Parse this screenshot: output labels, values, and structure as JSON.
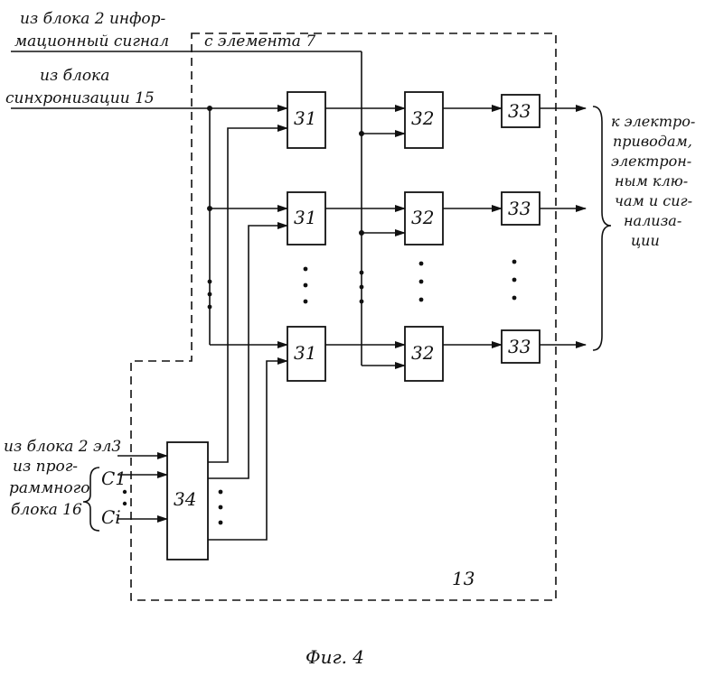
{
  "inputs": {
    "info_line1": "из блока 2 инфор-",
    "info_line2": "мационный сигнал",
    "from_element": "с элемента 7",
    "sync_line1": "из блока",
    "sync_line2": "синхронизации 15",
    "block2_el3": "из блока 2 эл3",
    "prog_line1": "из прог-",
    "prog_line2": "раммного",
    "prog_line3": "блока 16",
    "c1": "C1",
    "ci": "Ci"
  },
  "blocks": {
    "b31": "31",
    "b32": "32",
    "b33": "33",
    "b34": "34",
    "unit": "13"
  },
  "outputs": {
    "line1": "к электро-",
    "line2": "приводам,",
    "line3": "электрон-",
    "line4": "ным клю-",
    "line5": "чам и сиг-",
    "line6": "нализа-",
    "line7": "ции"
  },
  "caption": "Фиг. 4"
}
